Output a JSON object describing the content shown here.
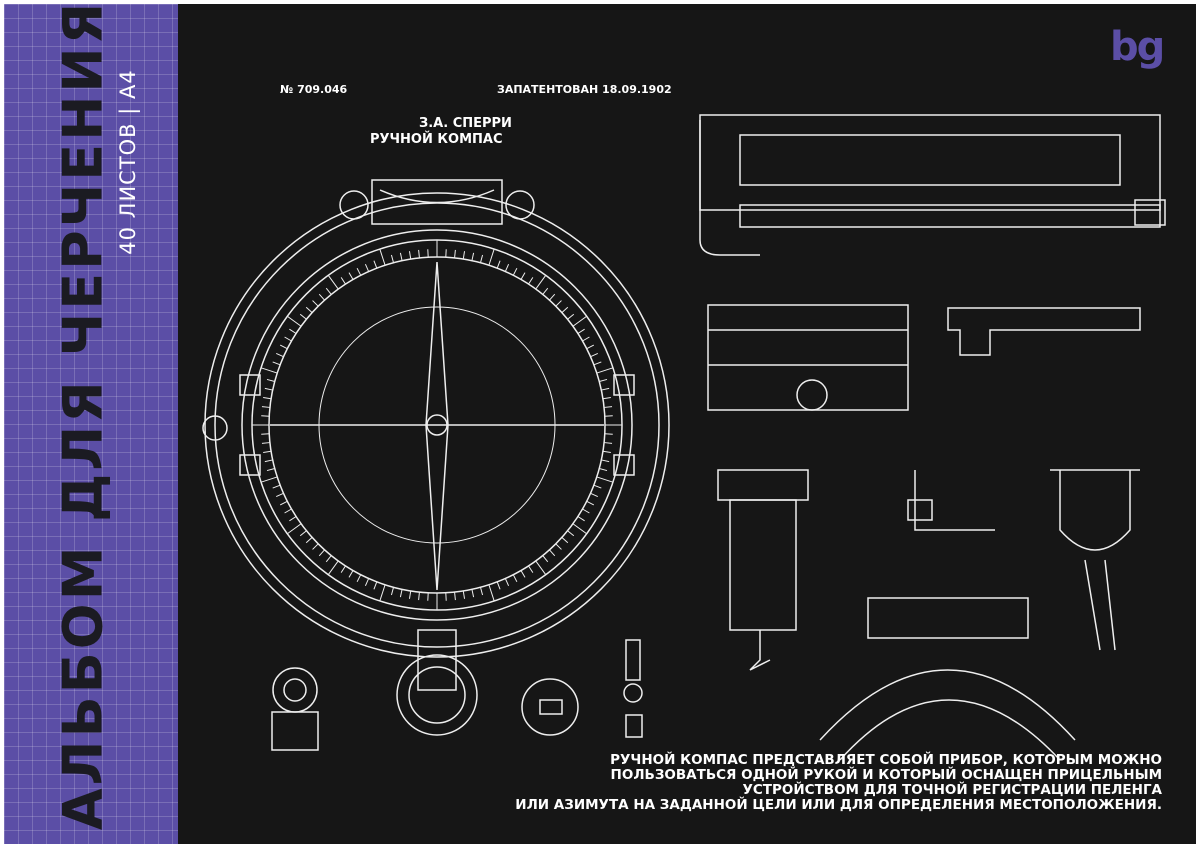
{
  "spine": {
    "title": "АЛЬБОМ ДЛЯ ЧЕРЧЕНИЯ",
    "subtitle": "40 ЛИСТОВ | А4"
  },
  "brand": {
    "logo": "bg",
    "color": "#5b4ea6"
  },
  "header": {
    "number": "№ 709.046",
    "patent": "ЗАПАТЕНТОВАН 18.09.1902",
    "author": "З.А. СПЕРРИ",
    "name": "РУЧНОЙ КОМПАС"
  },
  "description": [
    "РУЧНОЙ КОМПАС ПРЕДСТАВЛЯЕТ СОБОЙ ПРИБОР, КОТОРЫМ МОЖНО",
    "ПОЛЬЗОВАТЬСЯ ОДНОЙ РУКОЙ  И КОТОРЫЙ ОСНАЩЕН ПРИЦЕЛЬНЫМ",
    "УСТРОЙСТВОМ ДЛЯ ТОЧНОЙ РЕГИСТРАЦИИ ПЕЛЕНГА",
    "ИЛИ АЗИМУТА НА ЗАДАННОЙ ЦЕЛИ ИЛИ ДЛЯ ОПРЕДЕЛЕНИЯ МЕСТОПОЛОЖЕНИЯ."
  ]
}
